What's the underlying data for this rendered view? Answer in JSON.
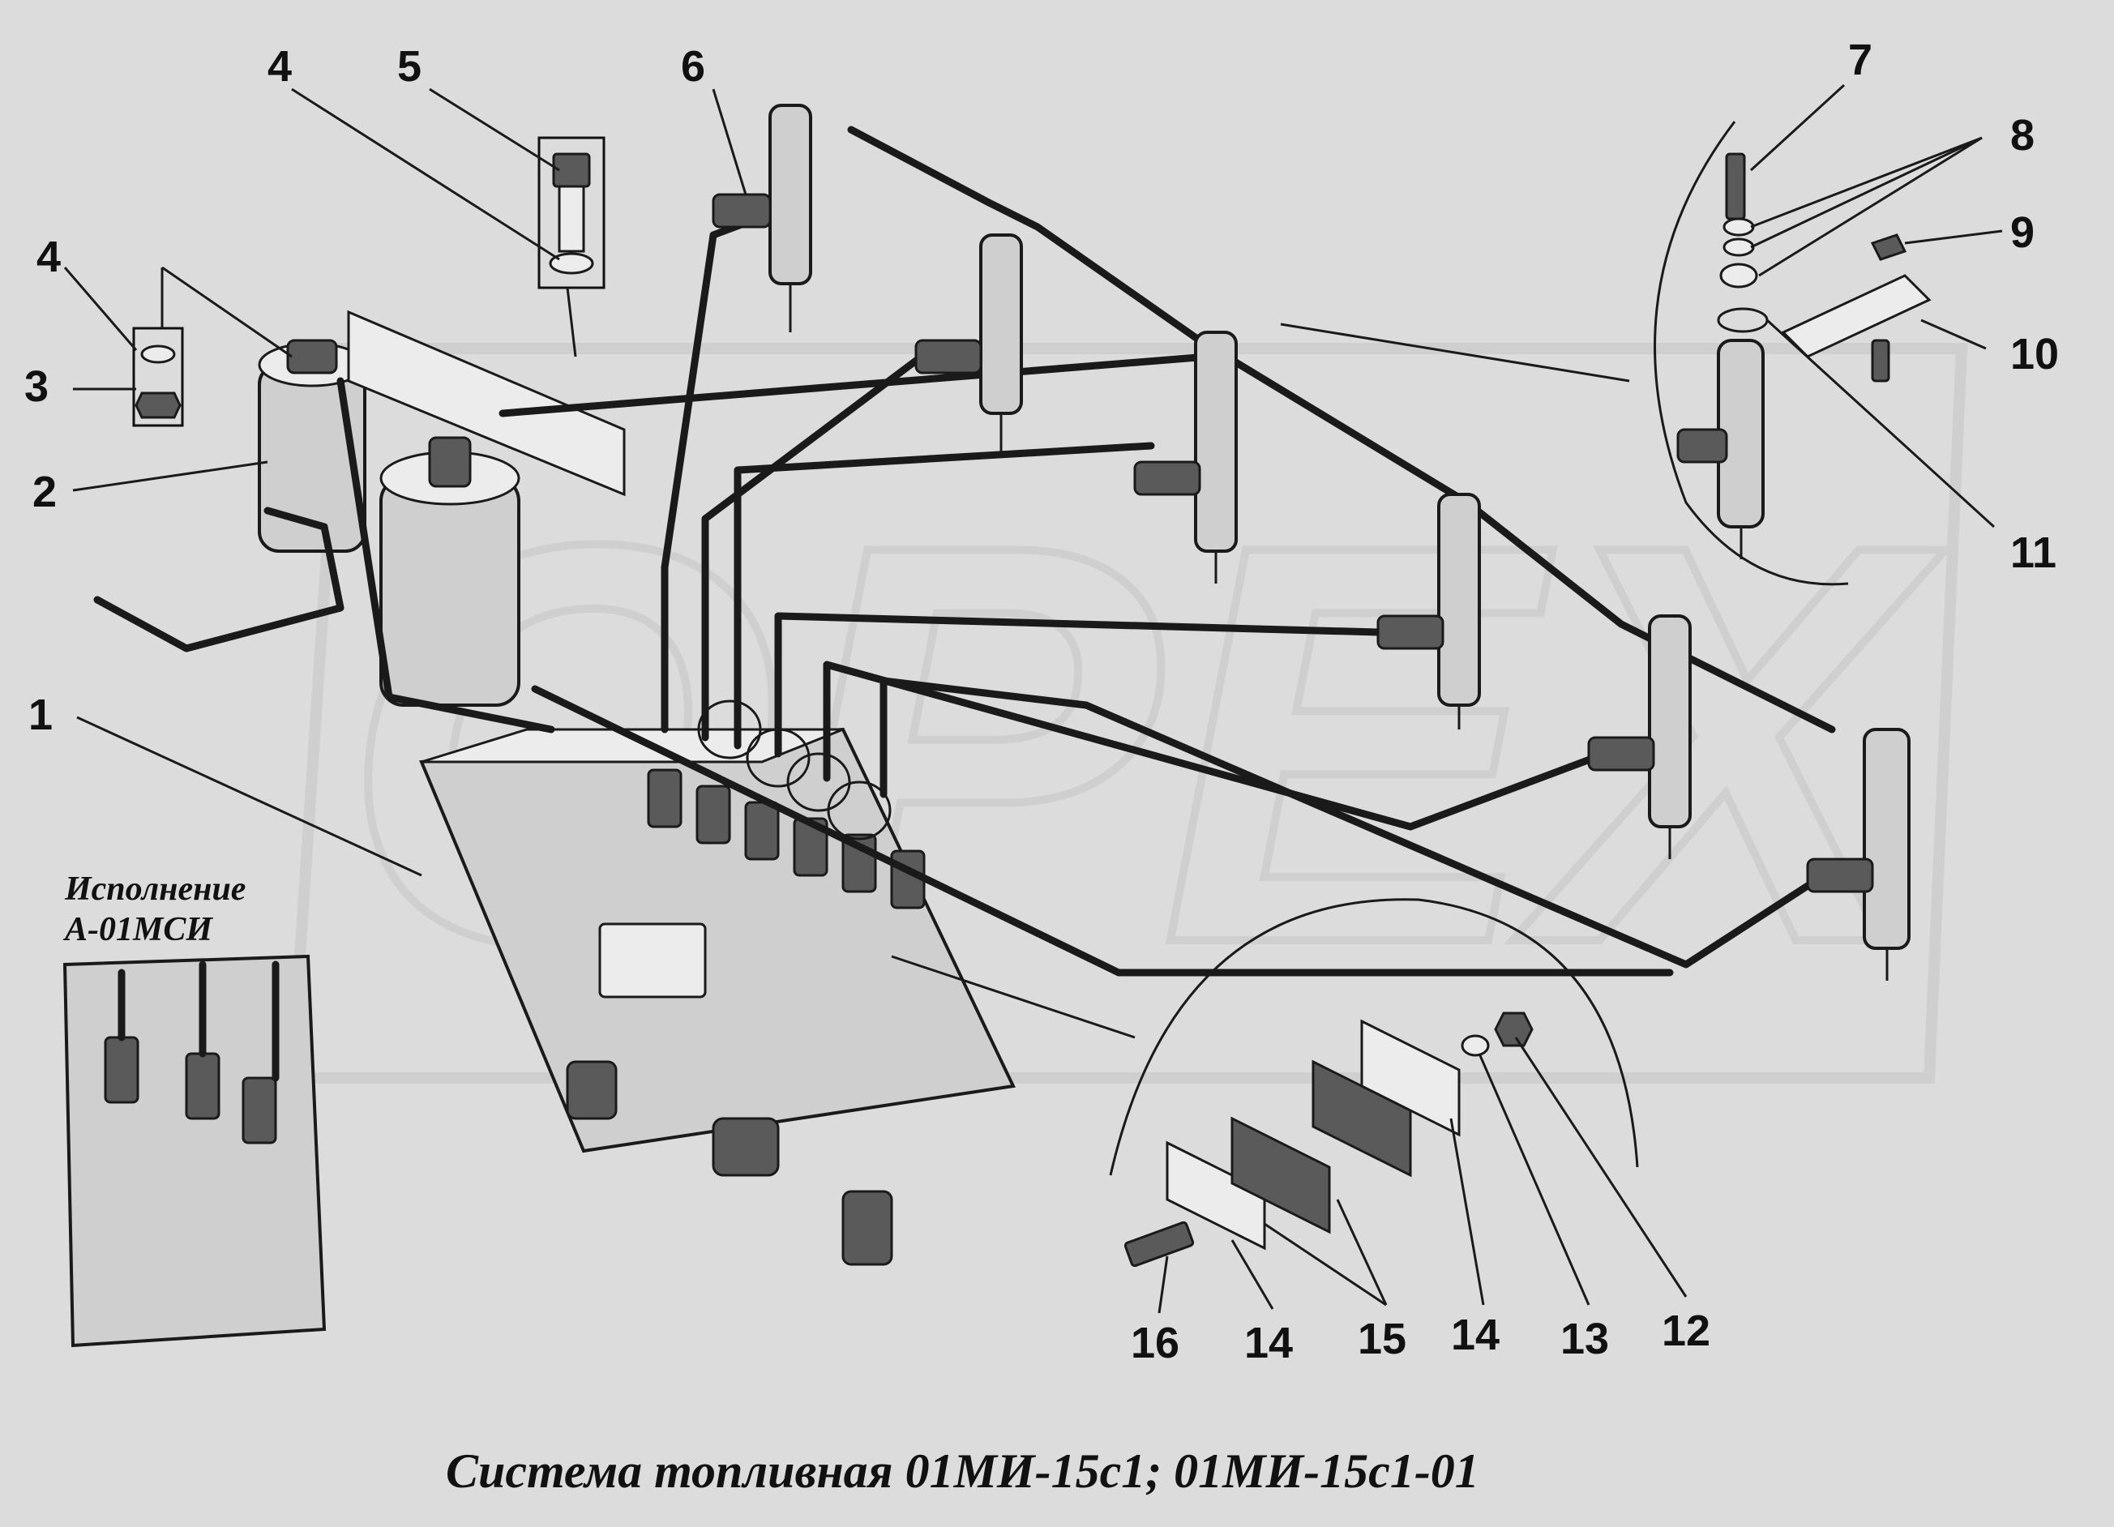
{
  "title": "Система топливная 01МИ-15с1; 01МИ-15с1-01",
  "variant_label": [
    "Исполнение",
    "А-01МСИ"
  ],
  "watermark": "OPEX",
  "callouts": [
    "1",
    "2",
    "3",
    "4",
    "4",
    "5",
    "6",
    "7",
    "8",
    "9",
    "10",
    "11",
    "12",
    "13",
    "14",
    "14",
    "15",
    "16"
  ],
  "colors": {
    "background": "#dcdcdc",
    "ink": "#111111",
    "watermark": "#cfcfcf"
  }
}
